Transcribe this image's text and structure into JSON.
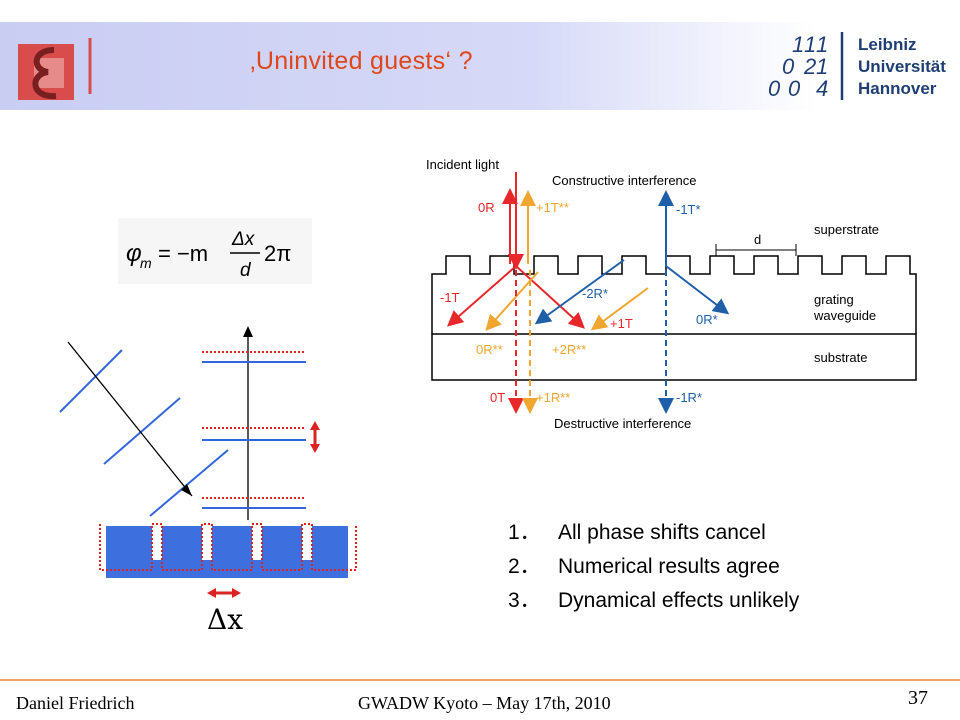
{
  "header": {
    "title": "‚Uninvited guests‘ ?",
    "university": {
      "line1": "Leibniz",
      "line2": "Universität",
      "line3": "Hannover",
      "digits": [
        "1",
        "1",
        "1",
        "0",
        "2",
        "1",
        "0",
        "0",
        "4"
      ]
    }
  },
  "formula": {
    "lhs": "φ",
    "sub": "m",
    "eq": "= −m",
    "num": "Δx",
    "den": "d",
    "tail": "2π"
  },
  "grating_sketch": {
    "dx_label": "Δx"
  },
  "diagram": {
    "incident_light": "Incident light",
    "constructive": "Constructive interference",
    "destructive": "Destructive interference",
    "superstrate": "superstrate",
    "grating_line1": "grating",
    "grating_line2": "waveguide",
    "substrate": "substrate",
    "period_label": "d",
    "beams": {
      "r0": "0R",
      "t1pp": "+1T**",
      "m1ts": "-1T*",
      "m1t": "-1T",
      "m2rs": "-2R*",
      "p1t": "+1T",
      "r0s": "0R*",
      "r0pp": "0R**",
      "p2rpp": "+2R**",
      "t0": "0T",
      "p1rpp": "+1R**",
      "m1rs": "-1R*"
    },
    "colors": {
      "red": "#e8272b",
      "orange": "#f0a630",
      "blue": "#1f5fa8"
    }
  },
  "points": [
    {
      "num": "1．",
      "text": "All phase shifts cancel"
    },
    {
      "num": "2．",
      "text": "Numerical results agree"
    },
    {
      "num": "3．",
      "text": "Dynamical effects unlikely"
    }
  ],
  "footer": {
    "author": "Daniel Friedrich",
    "conference": "GWADW Kyoto – May 17th, 2010",
    "page": "37"
  }
}
